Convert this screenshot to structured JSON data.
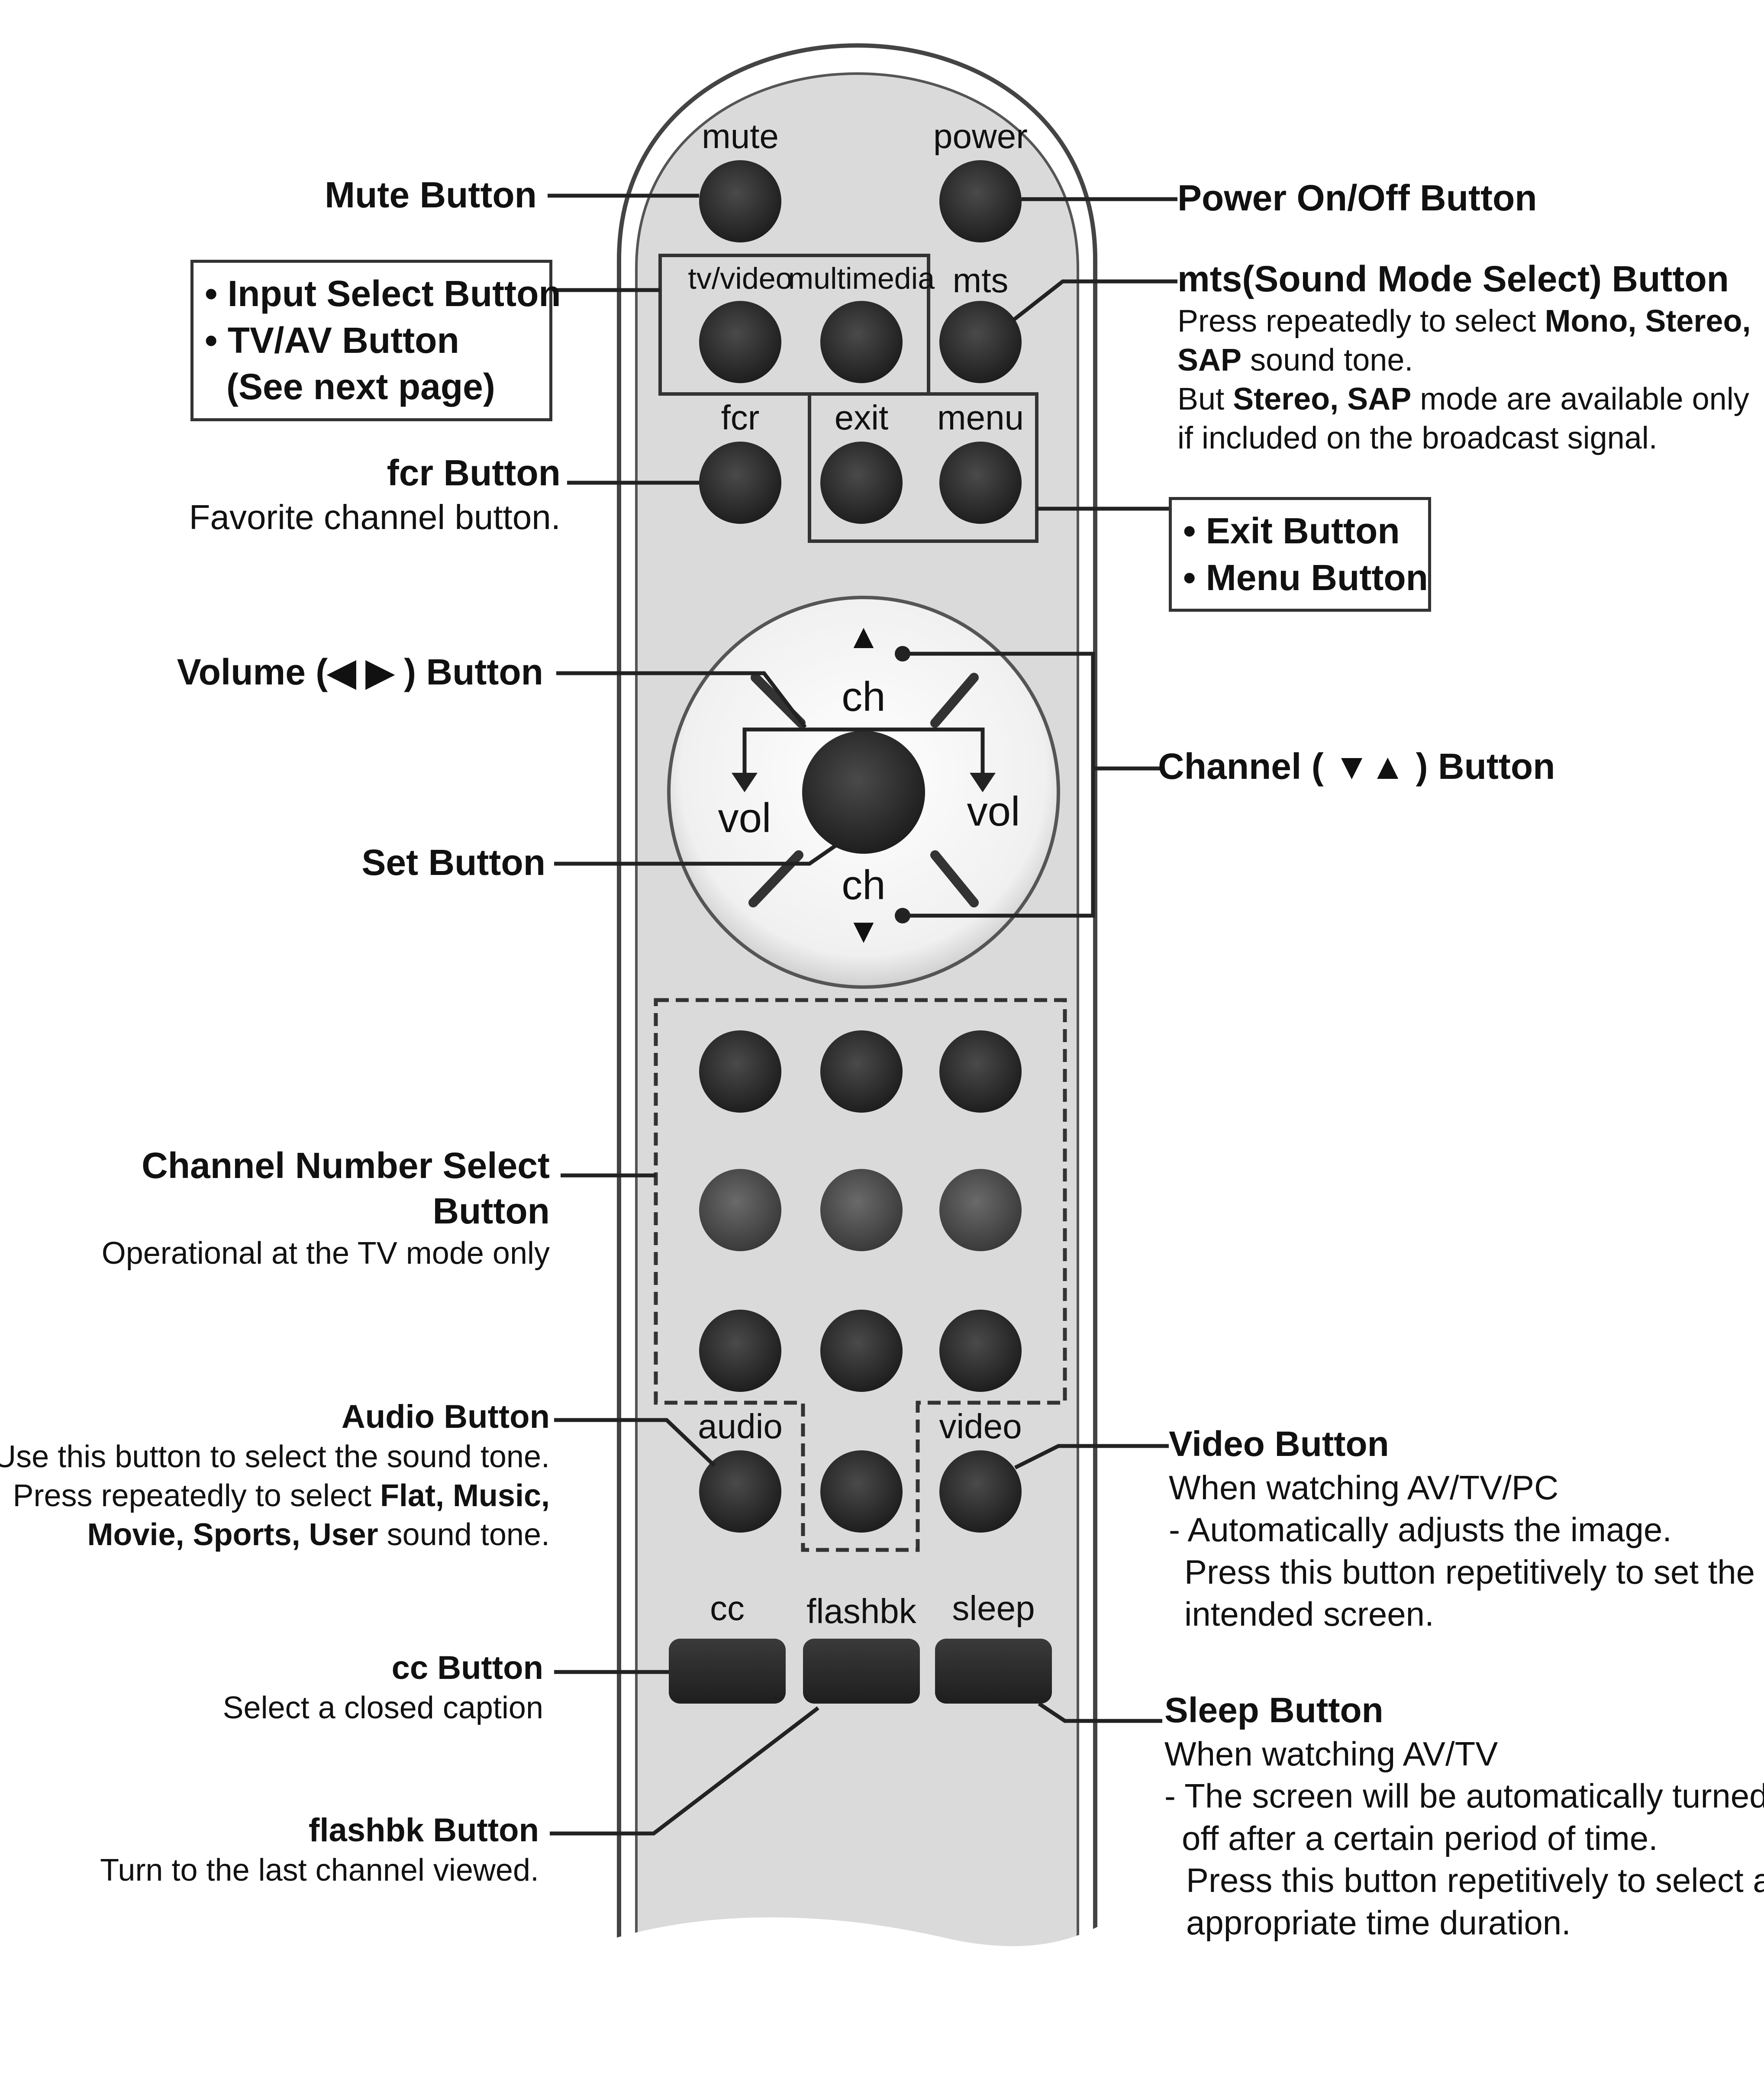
{
  "remote_labels": {
    "mute": "mute",
    "power": "power",
    "tv_video": "tv/video",
    "multimedia": "multimedia",
    "mts": "mts",
    "fcr": "fcr",
    "exit": "exit",
    "menu": "menu",
    "ch_up": "ch",
    "ch_down": "ch",
    "vol_left": "vol",
    "vol_right": "vol",
    "audio": "audio",
    "video": "video",
    "cc": "cc",
    "flashbk": "flashbk",
    "sleep": "sleep",
    "arrow_up": "▲",
    "arrow_down": "▼"
  },
  "callouts": {
    "mute": "Mute Button",
    "power": "Power On/Off Button",
    "input_select": [
      "• Input Select Button",
      "• TV/AV Button",
      "(See next page)"
    ],
    "mts": {
      "title": "mts(Sound Mode Select) Button",
      "line1a": "Press repeatedly to select ",
      "line1b": "Mono, Stereo,",
      "line2a": "SAP",
      "line2b": " sound tone.",
      "line3a": "But ",
      "line3b": "Stereo, SAP",
      "line3c": " mode are available only",
      "line4": "if included on the broadcast signal."
    },
    "fcr": {
      "title": "fcr Button",
      "desc": "Favorite channel button."
    },
    "exit_menu": [
      "• Exit Button",
      "• Menu Button"
    ],
    "volume": "Volume (◀ ▶ ) Button",
    "channel": "Channel ( ▼▲ ) Button",
    "set": "Set Button",
    "channel_number": {
      "title1": "Channel Number Select",
      "title2": "Button",
      "desc": "Operational at the TV mode only"
    },
    "audio": {
      "title": "Audio Button",
      "line1": "Use this button to select the sound tone.",
      "line2a": "Press repeatedly to select ",
      "line2b": "Flat, Music,",
      "line3a": "Movie, Sports, User",
      "line3b": " sound tone."
    },
    "video": {
      "title": "Video Button",
      "line1": "When watching AV/TV/PC",
      "line2": "- Automatically adjusts the image.",
      "line3": "Press this button repetitively to set the",
      "line4": "intended screen."
    },
    "cc": {
      "title": "cc Button",
      "desc": "Select a closed caption"
    },
    "flashbk": {
      "title": "flashbk Button",
      "desc": "Turn to the last channel viewed."
    },
    "sleep": {
      "title": "Sleep Button",
      "line1": "When watching AV/TV",
      "line2": "- The screen will be automatically turned",
      "line3": "off after a certain period of time.",
      "line4": "Press this button repetitively to select an",
      "line5": "appropriate time duration."
    }
  },
  "colors": {
    "body": "#d9d9d9",
    "button": "#2a2a2a",
    "button_light": "#4a4a4a",
    "outline": "#333333"
  }
}
